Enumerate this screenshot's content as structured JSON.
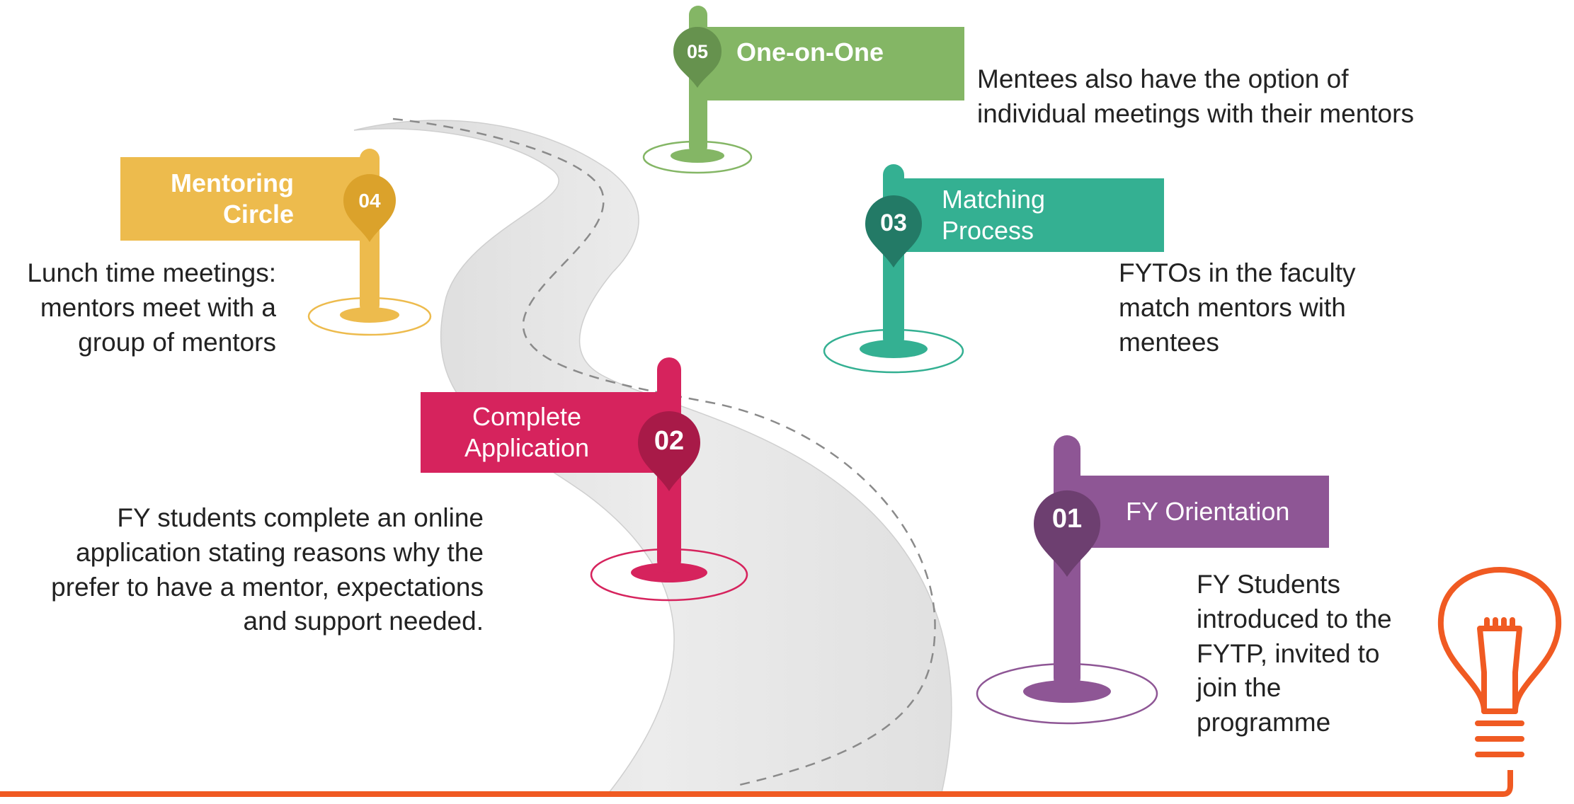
{
  "steps": [
    {
      "number": "01",
      "title_lines": [
        "FY Orientation"
      ],
      "color": "#8e5695",
      "badge_color": "#6d3f70",
      "description_lines": [
        "FY Students",
        "introduced to the",
        "FYTP, invited to",
        "join the",
        "programme"
      ]
    },
    {
      "number": "02",
      "title_lines": [
        "Complete",
        "Application"
      ],
      "color": "#d6235d",
      "badge_color": "#a81a48",
      "description_lines": [
        "FY students complete an online",
        "application stating reasons why the",
        "prefer to have a mentor, expectations",
        "and support needed."
      ]
    },
    {
      "number": "03",
      "title_lines": [
        "Matching",
        "Process"
      ],
      "color": "#34b092",
      "badge_color": "#237a66",
      "description_lines": [
        "FYTOs in the faculty",
        "match mentors with",
        "mentees"
      ]
    },
    {
      "number": "04",
      "title_lines": [
        "Mentoring",
        "Circle"
      ],
      "color": "#edbb4d",
      "badge_color": "#dba22b",
      "description_lines": [
        "Lunch time meetings:",
        "mentors meet with a",
        "group of mentors"
      ]
    },
    {
      "number": "05",
      "title_lines": [
        "One-on-One"
      ],
      "color": "#84b665",
      "badge_color": "#66924e",
      "description_lines": [
        "Mentees also have the option of",
        "individual meetings with their mentors"
      ]
    }
  ],
  "colors": {
    "road": "#e6e6e6",
    "road_edge": "#d2d2d2",
    "road_dash": "#8a8a8a",
    "baseline": "#f05a22",
    "bulb": "#f05a22"
  },
  "icons": {
    "bulb": "lightbulb-icon"
  }
}
